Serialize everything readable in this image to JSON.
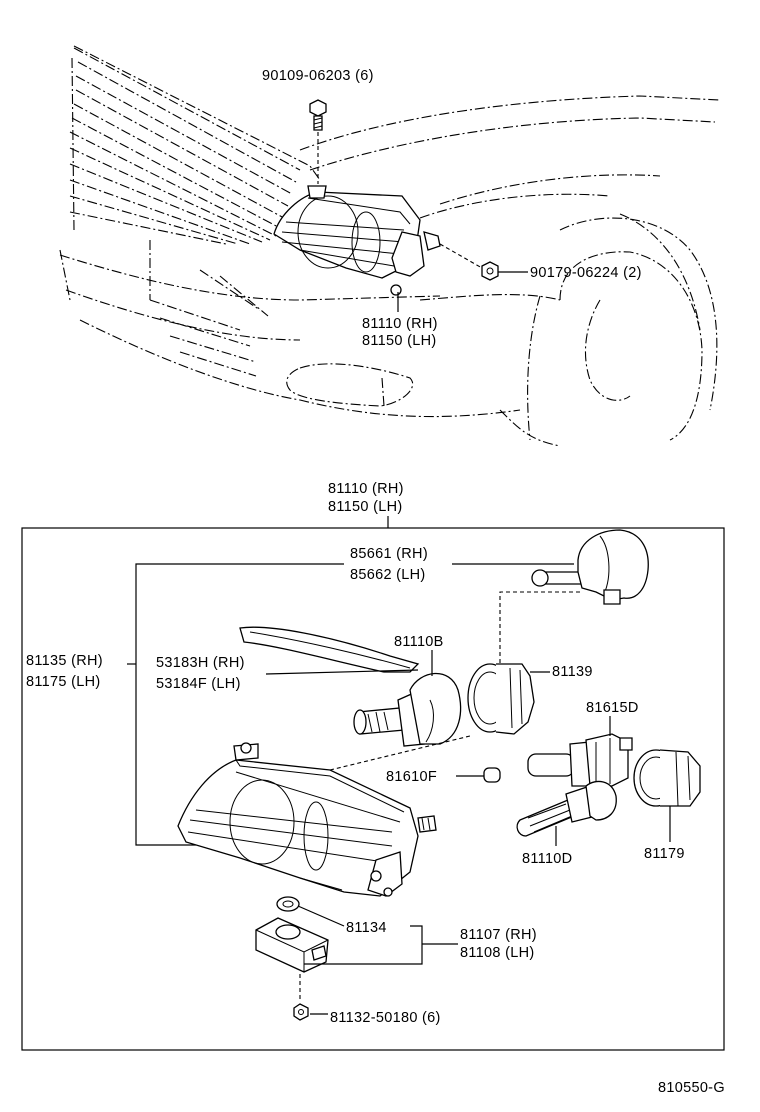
{
  "labels": {
    "bolt_90109": "90109-06203 (6)",
    "nut_90179": "90179-06224 (2)",
    "top_assy_rh": "81110 (RH)",
    "top_assy_lh": "81150 (LH)",
    "box_assy_rh": "81110 (RH)",
    "box_assy_lh": "81150 (LH)",
    "bulb_85661_rh": "85661 (RH)",
    "bulb_85662_lh": "85662 (LH)",
    "housing_81135_rh": "81135 (RH)",
    "housing_81175_lh": "81175 (LH)",
    "molding_53183h_rh": "53183H (RH)",
    "molding_53184f_lh": "53184F (LH)",
    "bulb_81110b": "81110B",
    "socket_81139": "81139",
    "bulb_81615d": "81615D",
    "bulb_81610f": "81610F",
    "bulb_81110d": "81110D",
    "socket_81179": "81179",
    "part_81134": "81134",
    "ballast_81107_rh": "81107 (RH)",
    "ballast_81108_lh": "81108 (LH)",
    "nut_81132": "81132-50180 (6)",
    "figure_code": "810550-G"
  }
}
